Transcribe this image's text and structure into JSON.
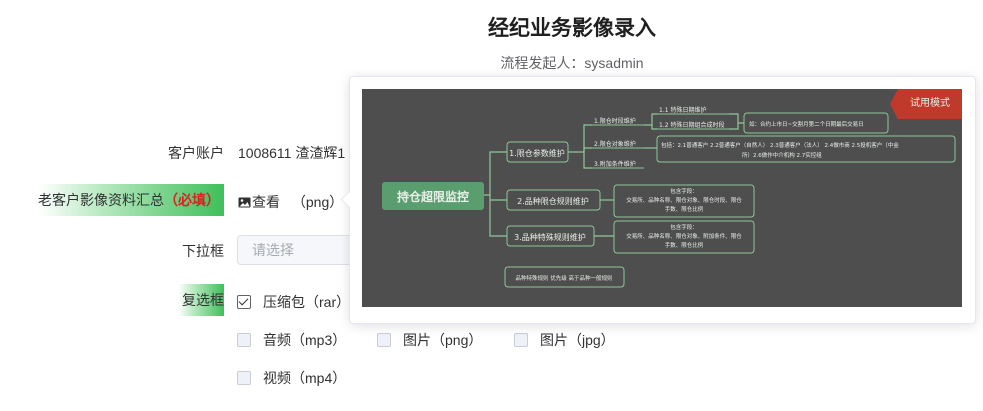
{
  "page": {
    "title": "经纪业务影像录入",
    "initiator": "流程发起人：sysadmin"
  },
  "form": {
    "account": {
      "label": "客户账户",
      "value": "1008611 渣渣辉1"
    },
    "summary": {
      "label": "老客户影像资料汇总",
      "required": "（必填）",
      "view": "查看",
      "type": "（png）"
    },
    "dropdown": {
      "label": "下拉框",
      "placeholder": "请选择"
    },
    "checkboxes": {
      "label": "复选框",
      "options": [
        {
          "label": "压缩包（rar）",
          "checked": true
        },
        {
          "label": "音频（mp3）",
          "checked": false
        },
        {
          "label": "图片（png）",
          "checked": false
        },
        {
          "label": "图片（jpg）",
          "checked": false
        },
        {
          "label": "视频（mp4）",
          "checked": false
        }
      ]
    }
  },
  "preview": {
    "watermark": "试用模式",
    "root": "持仓超限监控",
    "branches": [
      "1.限仓参数维护",
      "2.品种限仓规则维护",
      "3.品种特殊规则维护"
    ],
    "sub1": [
      "1.限仓时段维护",
      "2.限仓对象维护",
      "3.附加条件维护"
    ],
    "sub1_1": [
      "1.1 特殊日期维护",
      "1.2 特殊日期组合成时段"
    ],
    "note_1_1": "如：合约上市日~交割月第二个日期最后交易日",
    "note_1_2": [
      "包括：2.1普通客户 2.2普通客户（自然人） 2.3普通客户（法人） 2.4做市商 2.5投机客户（中金",
      "所）2.6做作中介机构 2.7实控组"
    ],
    "note_2": [
      "包含字段：",
      "交易所、品种名称、限仓对象、限仓时段、限仓",
      "手数、限仓比例"
    ],
    "note_3": [
      "包含字段：",
      "交易所、品种名称、限仓对象、附加条件、限仓",
      "手数、限仓比例"
    ],
    "bottom_note": "品种特殊规则 优先级 高于品种一般规则",
    "colors": {
      "background": "#4e4e4e",
      "root": "#5a9e6f",
      "line": "#8fc79a",
      "watermark": "#c0392b"
    }
  }
}
